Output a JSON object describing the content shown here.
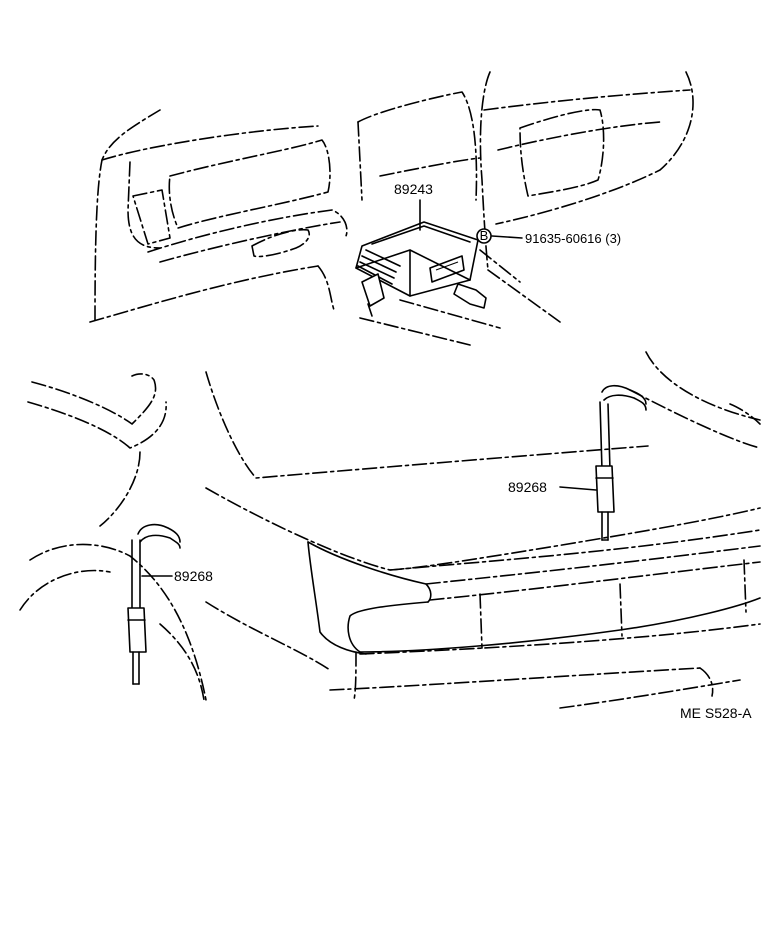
{
  "parts": {
    "computer": {
      "number": "89243"
    },
    "bolt": {
      "number": "91635-60616 (3)",
      "marker": "B"
    },
    "sensor_rear": {
      "number": "89268"
    },
    "sensor_left": {
      "number": "89268"
    }
  },
  "figure_code": "ME S528-A"
}
